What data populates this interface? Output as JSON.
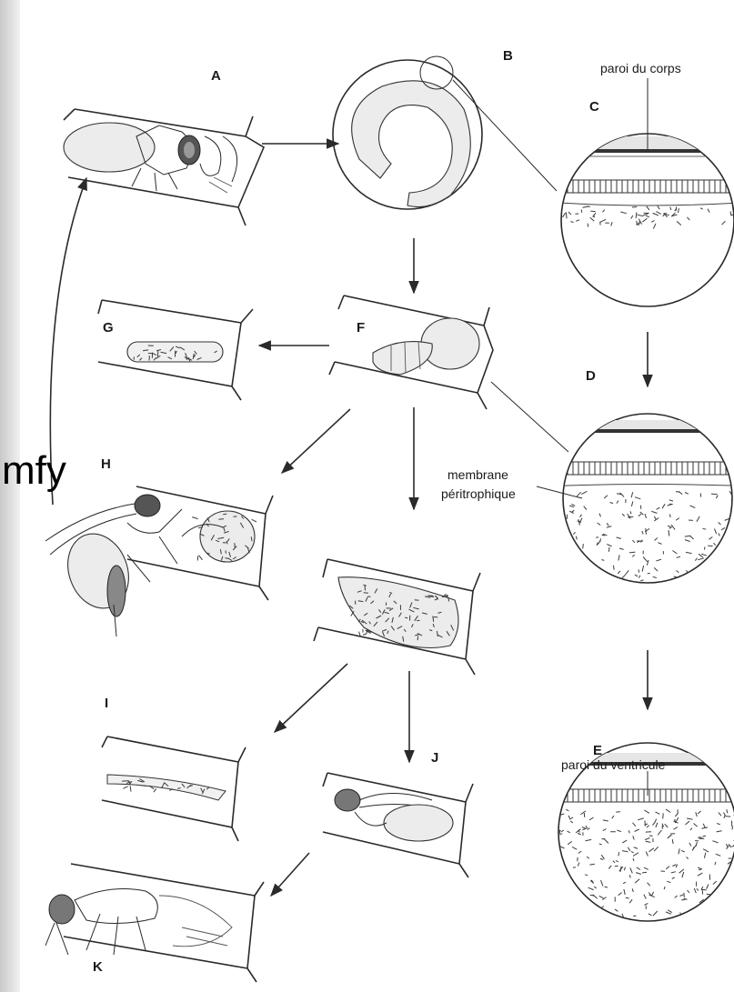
{
  "panels": {
    "A": "A",
    "B": "B",
    "C": "C",
    "D": "D",
    "E": "E",
    "F": "F",
    "G": "G",
    "H": "H",
    "I": "I",
    "J": "J",
    "K": "K"
  },
  "annotations": {
    "paroi_corps": "paroi du corps",
    "membrane_line1": "membrane",
    "membrane_line2": "péritrophique",
    "paroi_ventricule": "paroi du ventricule"
  },
  "overlay_text": "mfy"
}
